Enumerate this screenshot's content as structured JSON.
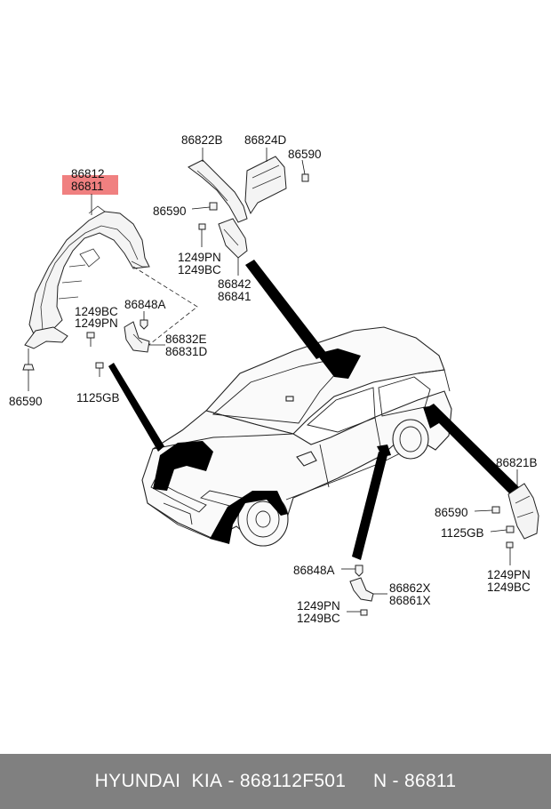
{
  "labels": {
    "p86812": "86812",
    "p86811": "86811",
    "p86822B": "86822B",
    "p86824D": "86824D",
    "p86590_top": "86590",
    "p86590_mid": "86590",
    "p1249PN_top": "1249PN",
    "p1249BC_top": "1249BC",
    "p86842": "86842",
    "p86841": "86841",
    "p1249BC_left": "1249BC",
    "p1249PN_left": "1249PN",
    "p86848A_left": "86848A",
    "p86832E": "86832E",
    "p86831D": "86831D",
    "p86590_left": "86590",
    "p1125GB_left": "1125GB",
    "p86821B": "86821B",
    "p86590_right": "86590",
    "p1125GB_right": "1125GB",
    "p1249PN_right": "1249PN",
    "p1249BC_right": "1249BC",
    "p86848A_bottom": "86848A",
    "p86862X": "86862X",
    "p86861X": "86861X",
    "p1249PN_bottom": "1249PN",
    "p1249BC_bottom": "1249BC"
  },
  "highlight_color": "#f08080",
  "footer": {
    "brand": "HYUNDAI  KIA",
    "separator": " - ",
    "part_number": "868112F501",
    "gap": "     ",
    "ref": "N - 86811"
  },
  "footer_bg": "#808080"
}
